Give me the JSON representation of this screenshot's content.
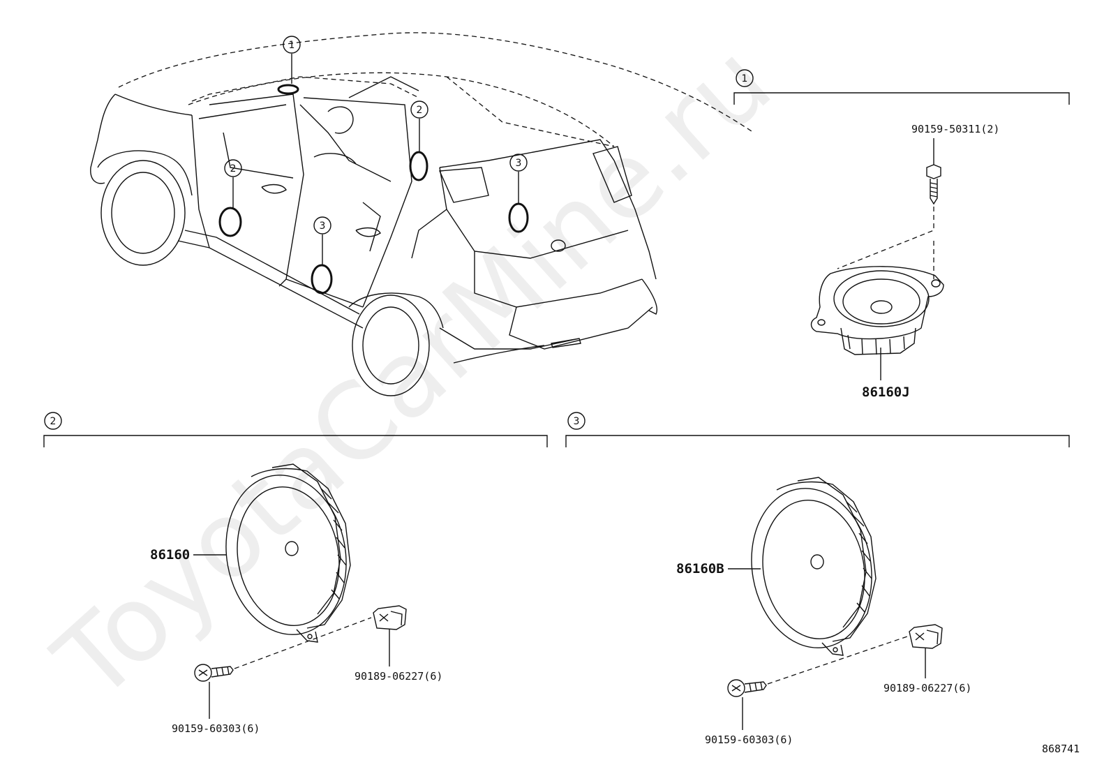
{
  "watermark": "ToyotaCarMine.ru",
  "diagram_id": "868741",
  "sections": [
    {
      "num": "1",
      "parts": [
        "86160J",
        "90159-50311(2)"
      ]
    },
    {
      "num": "2",
      "parts": [
        "86160",
        "90159-60303(6)",
        "90189-06227(6)"
      ]
    },
    {
      "num": "3",
      "parts": [
        "86160B",
        "90159-60303(6)",
        "90189-06227(6)"
      ]
    }
  ],
  "callouts": [
    "1",
    "2",
    "2",
    "3",
    "3"
  ]
}
